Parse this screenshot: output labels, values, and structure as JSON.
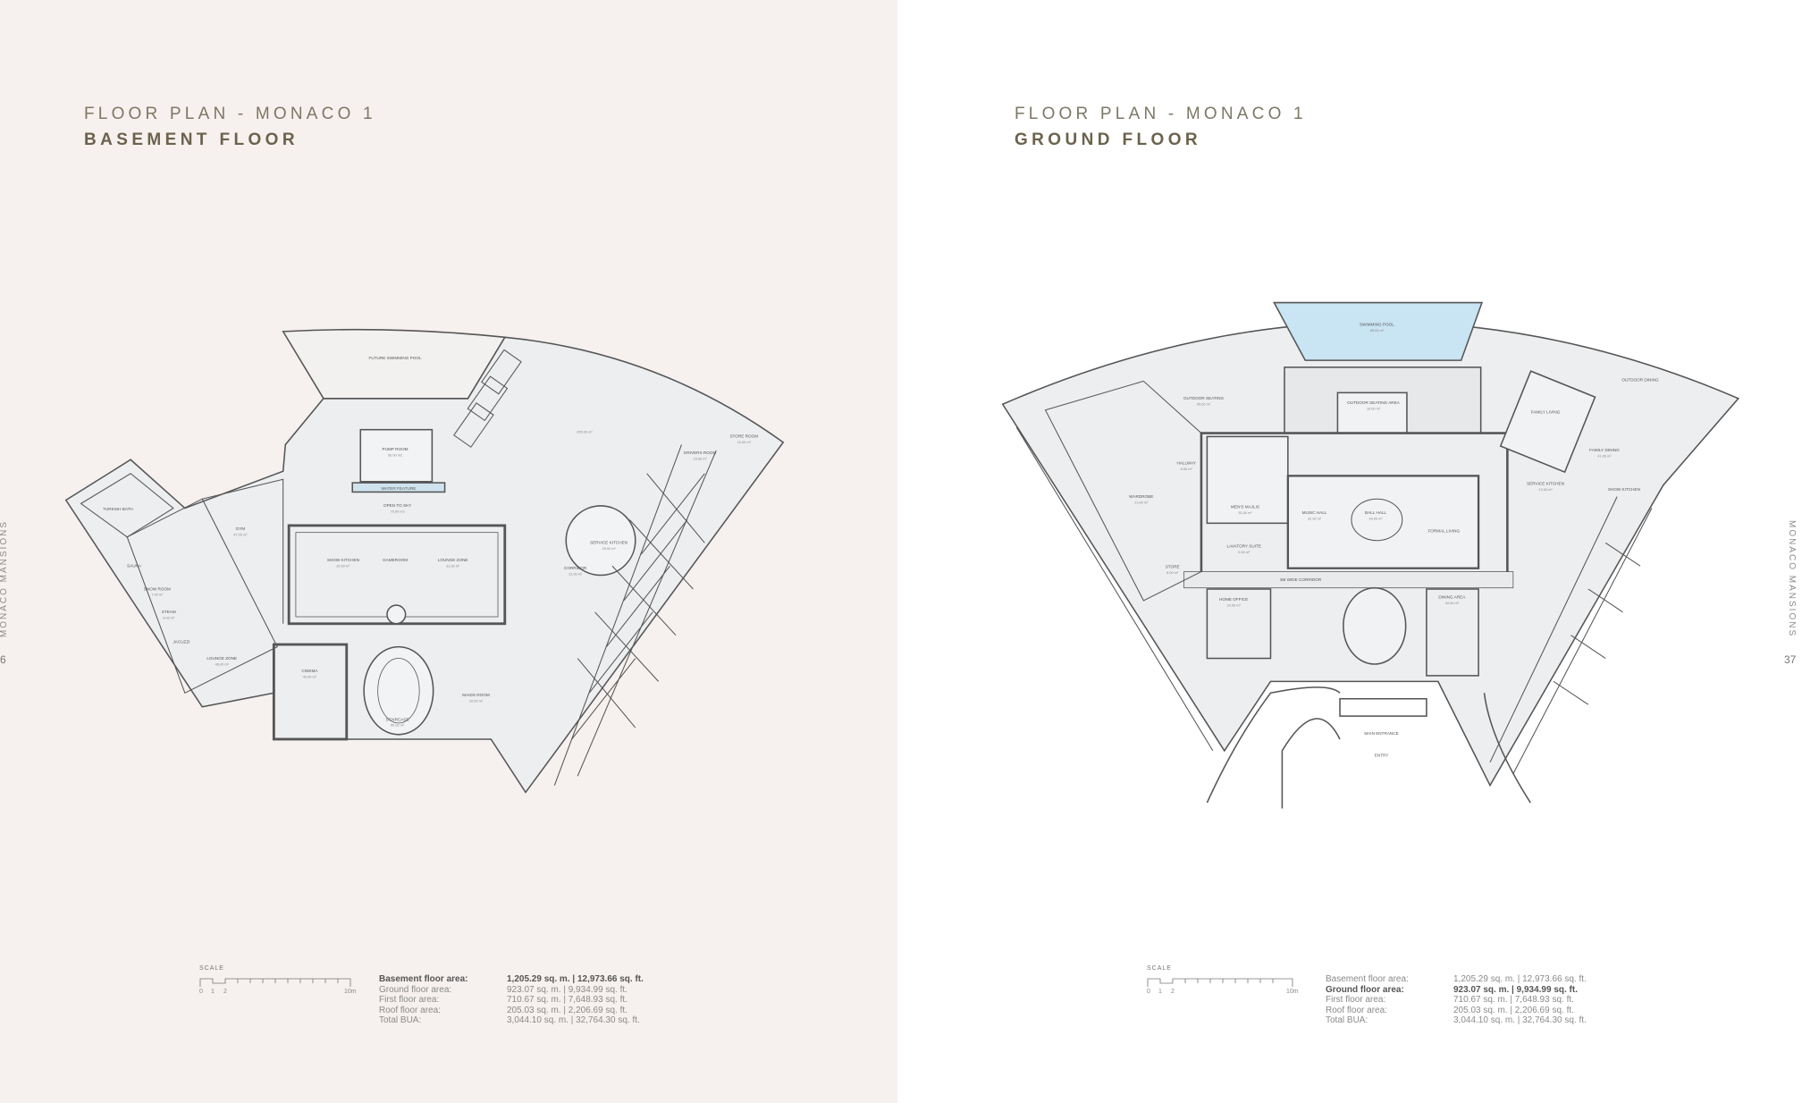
{
  "left": {
    "series_title": "FLOOR PLAN - MONACO 1",
    "floor_title": "BASEMENT FLOOR",
    "page_number": "6",
    "side_label": "MONACO MANSIONS",
    "scale": {
      "label": "SCALE",
      "ticks": [
        "0",
        "1",
        "2",
        "10m"
      ]
    },
    "areas": [
      {
        "label": "Basement floor area:",
        "value": "1,205.29 sq. m. | 12,973.66 sq. ft.",
        "bold": true
      },
      {
        "label": "Ground floor area:",
        "value": "923.07 sq. m. | 9,934.99 sq. ft.",
        "bold": false
      },
      {
        "label": "First floor area:",
        "value": "710.67 sq. m. | 7,648.93 sq. ft.",
        "bold": false
      },
      {
        "label": "Roof floor area:",
        "value": "205.03 sq. m. | 2,206.69 sq. ft.",
        "bold": false
      },
      {
        "label": "Total BUA:",
        "value": "3,044.10 sq. m. | 32,764.30 sq. ft.",
        "bold": false
      }
    ],
    "rooms": [
      {
        "name": "FUTURE SWIMMING POOL",
        "area": ""
      },
      {
        "name": "PUMP ROOM",
        "area": "50.00 m2"
      },
      {
        "name": "WATER FEATURE",
        "area": ""
      },
      {
        "name": "OPEN TO SKY",
        "area": "70.00 m2"
      },
      {
        "name": "SHOW KITCHEN",
        "area": "32.00 m²"
      },
      {
        "name": "GAMEROOM",
        "area": ""
      },
      {
        "name": "LOUNGE ZONE",
        "area": "31.00 m²"
      },
      {
        "name": "GYM",
        "area": "47.00 m²"
      },
      {
        "name": "TURKISH BATH",
        "area": ""
      },
      {
        "name": "SAUNA",
        "area": ""
      },
      {
        "name": "SNOW ROOM",
        "area": "7.00 m²"
      },
      {
        "name": "STEAM",
        "area": "8.00 m²"
      },
      {
        "name": "JACUZZI",
        "area": ""
      },
      {
        "name": "LOUNGE ZONE",
        "area": "46.00 m²"
      },
      {
        "name": "CINEMA",
        "area": "40.00 m²"
      },
      {
        "name": "STAIRCASE",
        "area": "55.00 m²"
      },
      {
        "name": "MAIDS ROOM",
        "area": "19.00 m²"
      },
      {
        "name": "SERVICE KITCHEN",
        "area": "29.00 m²"
      },
      {
        "name": "CORRIDOR",
        "area": "12.00 m²"
      },
      {
        "name": "STORE ROOM",
        "area": "10.00 m²"
      },
      {
        "name": "DRIVERS ROOM",
        "area": "16.00 m²"
      },
      {
        "name": "",
        "area": "205.00 m²"
      }
    ]
  },
  "right": {
    "series_title": "FLOOR PLAN - MONACO 1",
    "floor_title": "GROUND FLOOR",
    "page_number": "37",
    "side_label": "MONACO MANSIONS",
    "scale": {
      "label": "SCALE",
      "ticks": [
        "0",
        "1",
        "2",
        "10m"
      ]
    },
    "areas": [
      {
        "label": "Basement floor area:",
        "value": "1,205.29 sq. m. | 12,973.66 sq. ft.",
        "bold": false
      },
      {
        "label": "Ground floor area:",
        "value": "923.07 sq. m. | 9,934.99 sq. ft.",
        "bold": true
      },
      {
        "label": "First floor area:",
        "value": "710.67 sq. m. | 7,648.93 sq. ft.",
        "bold": false
      },
      {
        "label": "Roof floor area:",
        "value": "205.03 sq. m. | 2,206.69 sq. ft.",
        "bold": false
      },
      {
        "label": "Total BUA:",
        "value": "3,044.10 sq. m. | 32,764.30 sq. ft.",
        "bold": false
      }
    ],
    "rooms": [
      {
        "name": "SWIMMING POOL",
        "area": "65.00 m²"
      },
      {
        "name": "OUTDOOR SEATING",
        "area": "95.00 m²"
      },
      {
        "name": "OUTDOOR SEATING AREA",
        "area": "18.00 m²"
      },
      {
        "name": "MEN'S MAJLIS",
        "area": "52.00 m²"
      },
      {
        "name": "MUSIC HALL",
        "area": "32.00 m²"
      },
      {
        "name": "BALL HALL",
        "area": "43.00 m²"
      },
      {
        "name": "FORMAL LIVING",
        "area": ""
      },
      {
        "name": "LAVATORY SUITE",
        "area": "9.00 m²"
      },
      {
        "name": "3M WIDE CORRIDOR",
        "area": ""
      },
      {
        "name": "HOME OFFICE",
        "area": "24.00 m²"
      },
      {
        "name": "DINING AREA",
        "area": "34.00 m²"
      },
      {
        "name": "FAMILY LIVING",
        "area": ""
      },
      {
        "name": "FAMILY DINING",
        "area": "41.00 m²"
      },
      {
        "name": "SHOW KITCHEN",
        "area": ""
      },
      {
        "name": "OUTDOOR DINING",
        "area": ""
      },
      {
        "name": "MAIN ENTRANCE",
        "area": ""
      },
      {
        "name": "ENTRY",
        "area": ""
      },
      {
        "name": "WARDROBE",
        "area": "21.00 m²"
      },
      {
        "name": "HALLWAY",
        "area": "6.00 m²"
      },
      {
        "name": "STORE",
        "area": "6.00 m²"
      },
      {
        "name": "SERVICE KITCHEN",
        "area": "13.00 m²"
      }
    ]
  },
  "colors": {
    "left_bg": "#f6f0ee",
    "right_bg": "#ffffff",
    "title": "#6b624c",
    "wall": "#555555",
    "floor_fill": "#eceef0",
    "pool": "#c9e4f3"
  }
}
